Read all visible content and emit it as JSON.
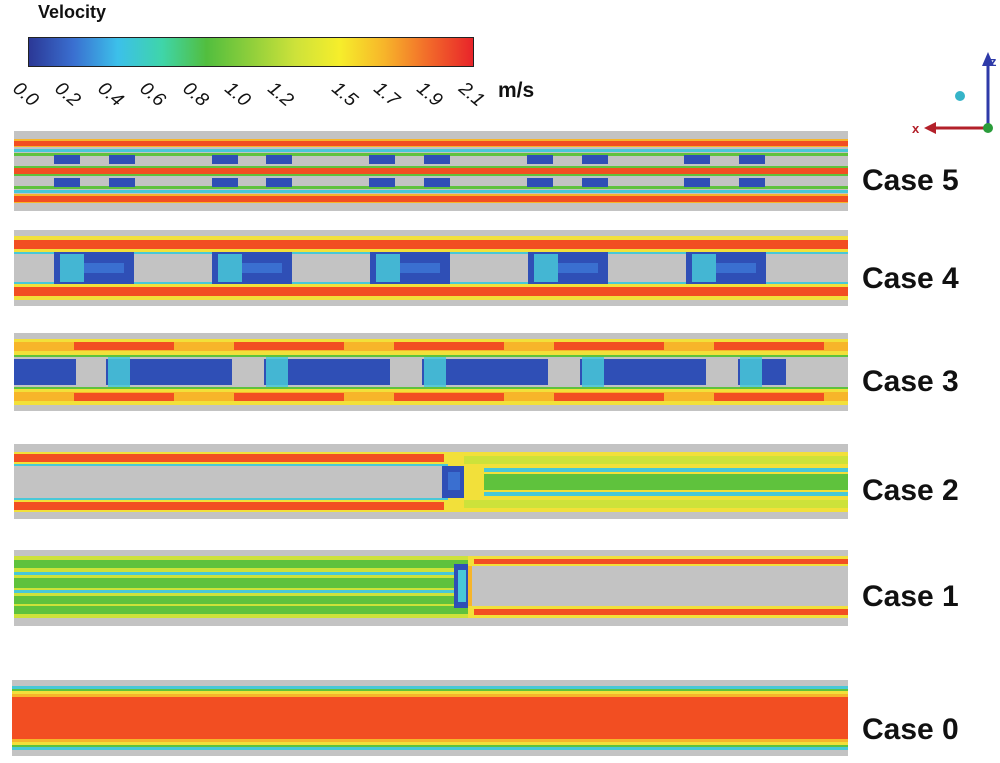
{
  "colorbar": {
    "title": "Velocity",
    "unit": "m/s",
    "ticks": [
      "0.0",
      "0.2",
      "0.4",
      "0.6",
      "0.8",
      "1.0",
      "1.2",
      "1.5",
      "1.7",
      "1.9",
      "2.1"
    ],
    "range": [
      0.0,
      2.1
    ],
    "gradient": [
      "#2b3896",
      "#3a6fd0",
      "#3cc0ea",
      "#3fd5a9",
      "#52be3e",
      "#8fcf3b",
      "#cde23a",
      "#f6ee2b",
      "#f7b52a",
      "#f26a2a",
      "#e8242a"
    ]
  },
  "axes": {
    "z_label": "z",
    "x_label": "x",
    "z_color": "#2e3aa8",
    "x_color": "#b3202a",
    "dot_color": "#36b4c8",
    "origin_color": "#2a9c3a"
  },
  "colors": {
    "solid": "#c3c3c3",
    "high": "#f24e22",
    "mid": "#5fc23d",
    "low": "#2f4fb6",
    "yellow": "#f2e03a",
    "cyan": "#48c8d8"
  },
  "cases": [
    {
      "label": "Case 5"
    },
    {
      "label": "Case 4"
    },
    {
      "label": "Case 3"
    },
    {
      "label": "Case 2"
    },
    {
      "label": "Case 1"
    },
    {
      "label": "Case 0"
    }
  ]
}
